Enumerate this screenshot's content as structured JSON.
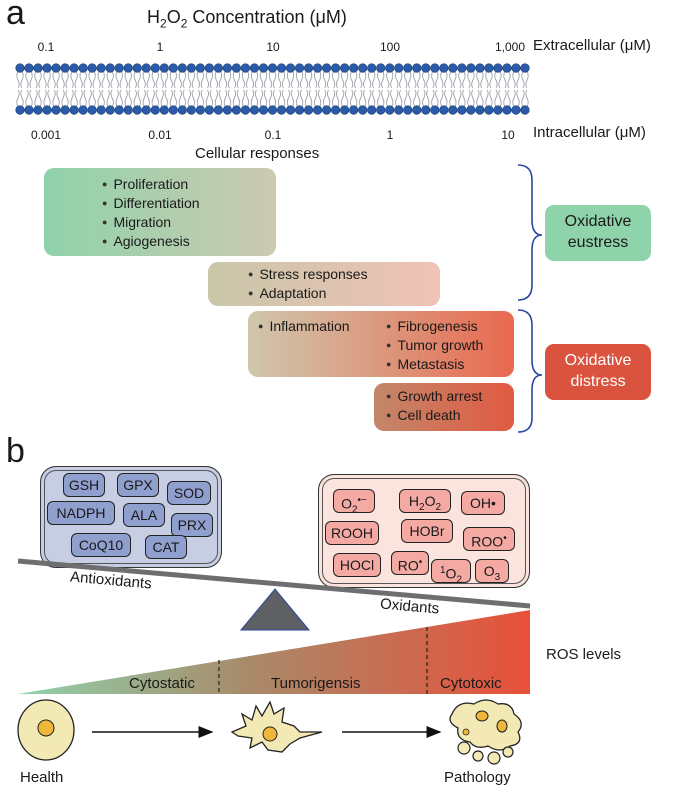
{
  "panel_a": {
    "letter": "a",
    "title_prefix": "H",
    "title_sub1": "2",
    "title_mid": "O",
    "title_sub2": "2",
    "title_suffix": " Concentration (μM)",
    "extracellular_ticks": [
      "0.1",
      "1",
      "10",
      "100",
      "1,000"
    ],
    "extracellular_label": "Extracellular (μM)",
    "intracellular_ticks": [
      "0.001",
      "0.01",
      "0.1",
      "1",
      "10"
    ],
    "intracellular_label": "Intracellular (μM)",
    "cellular_responses": "Cellular responses",
    "boxes": {
      "growth": [
        "Proliferation",
        "Differentiation",
        "Migration",
        "Agiogenesis"
      ],
      "stress": [
        "Stress responses",
        "Adaptation"
      ],
      "inflammation": "Inflammation",
      "fibro": [
        "Fibrogenesis",
        "Tumor growth",
        "Metastasis"
      ],
      "death": [
        "Growth arrest",
        "Cell death"
      ]
    },
    "eustress_l1": "Oxidative",
    "eustress_l2": "eustress",
    "distress_l1": "Oxidative",
    "distress_l2": "distress"
  },
  "panel_b": {
    "letter": "b",
    "antioxidants": [
      "GSH",
      "GPX",
      "SOD",
      "NADPH",
      "ALA",
      "PRX",
      "CoQ10",
      "CAT"
    ],
    "antioxidants_label": "Antioxidants",
    "oxidants_label": "Oxidants",
    "oxidant_chips": {
      "o2": {
        "base": "O",
        "sub": "2",
        "sup": "•−"
      },
      "h2o2": {
        "p1": "H",
        "s1": "2",
        "p2": "O",
        "s2": "2"
      },
      "oh": {
        "base": "OH",
        "dot": "•"
      },
      "rooh": "ROOH",
      "hobr": "HOBr",
      "roo": {
        "base": "ROO",
        "sup": "•"
      },
      "hocl": "HOCl",
      "ro": {
        "base": "RO",
        "sup": "•"
      },
      "singlet": {
        "sup": "1",
        "base": "O",
        "sub": "2"
      },
      "o3": {
        "base": "O",
        "sub": "3"
      }
    },
    "ros_levels": "ROS levels",
    "stages": [
      "Cytostatic",
      "Tumorigensis",
      "Cytotoxic"
    ],
    "health": "Health",
    "pathology": "Pathology"
  },
  "colors": {
    "eustress": "#8fd3ab",
    "distress": "#d9533f",
    "membrane_head": "#2a5aa8",
    "antioxidant_chip": "#8f9fce",
    "oxidant_chip": "#f4a9a3",
    "ros_high": "#e8503a",
    "ros_low": "#8fd3ab"
  }
}
